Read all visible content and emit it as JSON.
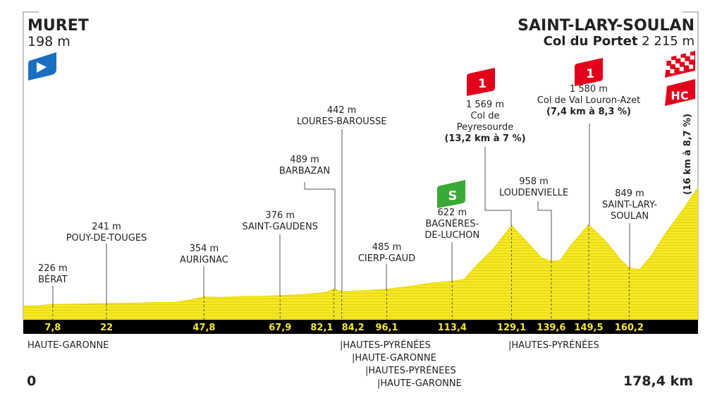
{
  "start": {
    "name": "MURET",
    "altitude": "198 m"
  },
  "finish": {
    "name": "SAINT-LARY-SOULAN",
    "climb": "Col du Portet",
    "altitude": "2 215 m",
    "climb_category": "HC",
    "final_climb": "(16 km à 8,7 %)"
  },
  "distance": {
    "start": "0",
    "end": "178,4 km"
  },
  "colors": {
    "profile": "#f7e827",
    "profile_stripe": "#d9c900",
    "bar": "#000000",
    "km_text": "#f7e827",
    "start_flag": "#1a6fc0",
    "climb_badge": "#e2001a",
    "sprint_badge": "#3aa935"
  },
  "chart_data": {
    "type": "area",
    "title": "",
    "xlabel": "",
    "ylabel": "",
    "xlim": [
      0,
      178.4
    ],
    "profile": [
      [
        0,
        198
      ],
      [
        4,
        205
      ],
      [
        7.8,
        226
      ],
      [
        14,
        232
      ],
      [
        22,
        241
      ],
      [
        30,
        250
      ],
      [
        36,
        262
      ],
      [
        40,
        258
      ],
      [
        44,
        300
      ],
      [
        47.8,
        354
      ],
      [
        52,
        345
      ],
      [
        58,
        360
      ],
      [
        64,
        365
      ],
      [
        67.9,
        376
      ],
      [
        74,
        395
      ],
      [
        80,
        430
      ],
      [
        82.1,
        489
      ],
      [
        84.2,
        442
      ],
      [
        90,
        460
      ],
      [
        96.1,
        485
      ],
      [
        103,
        540
      ],
      [
        108,
        590
      ],
      [
        113.4,
        622
      ],
      [
        116.5,
        650
      ],
      [
        120,
        900
      ],
      [
        124,
        1150
      ],
      [
        129.1,
        1569
      ],
      [
        133,
        1300
      ],
      [
        137,
        1020
      ],
      [
        139.6,
        958
      ],
      [
        142,
        975
      ],
      [
        145,
        1250
      ],
      [
        149.5,
        1580
      ],
      [
        154,
        1300
      ],
      [
        158,
        980
      ],
      [
        160.2,
        849
      ],
      [
        163,
        820
      ],
      [
        166,
        1050
      ],
      [
        170,
        1450
      ],
      [
        174,
        1800
      ],
      [
        178.4,
        2215
      ]
    ],
    "markers": [
      {
        "km": "7,8",
        "altitude": "226 m",
        "name": [
          "BÉRAT"
        ]
      },
      {
        "km": "22",
        "altitude": "241 m",
        "name": [
          "POUY-DE-TOUGES"
        ]
      },
      {
        "km": "47,8",
        "altitude": "354 m",
        "name": [
          "AURIGNAC"
        ]
      },
      {
        "km": "67,9",
        "altitude": "376 m",
        "name": [
          "SAINT-GAUDENS"
        ]
      },
      {
        "km": "82,1",
        "altitude": "489 m",
        "name": [
          "BARBAZAN"
        ]
      },
      {
        "km": "84,2",
        "altitude": "442 m",
        "name": [
          "LOURES-BAROUSSE"
        ]
      },
      {
        "km": "96,1",
        "altitude": "485 m",
        "name": [
          "CIERP-GAUD"
        ]
      },
      {
        "km": "113,4",
        "altitude": "622 m",
        "name": [
          "BAGNÈRES-",
          "DE-LUCHON"
        ],
        "badge": "sprint"
      },
      {
        "km": "129,1",
        "altitude": "1 569 m",
        "name": [
          "Col de",
          "Peyresourde"
        ],
        "climb": "(13,2 km à 7 %)",
        "badge": "1"
      },
      {
        "km": "139,6",
        "altitude": "958 m",
        "name": [
          "LOUDENVIELLE"
        ]
      },
      {
        "km": "149,5",
        "altitude": "1 580 m",
        "name": [
          "Col de Val Louron-Azet"
        ],
        "climb": "(7,4 km à 8,3 %)",
        "badge": "1"
      },
      {
        "km": "160,2",
        "altitude": "849 m",
        "name": [
          "SAINT-LARY-",
          "SOULAN"
        ]
      }
    ]
  },
  "departments": [
    {
      "label": "HAUTE-GARONNE"
    },
    {
      "label": "|HAUTES-PYRÉNÉES"
    },
    {
      "label": "|HAUTE-GARONNE"
    },
    {
      "label": "|HAUTES-PYRÉNEES"
    },
    {
      "label": "|HAUTE-GARONNE"
    },
    {
      "label": "|HAUTES-PYRÉNÉES"
    }
  ]
}
